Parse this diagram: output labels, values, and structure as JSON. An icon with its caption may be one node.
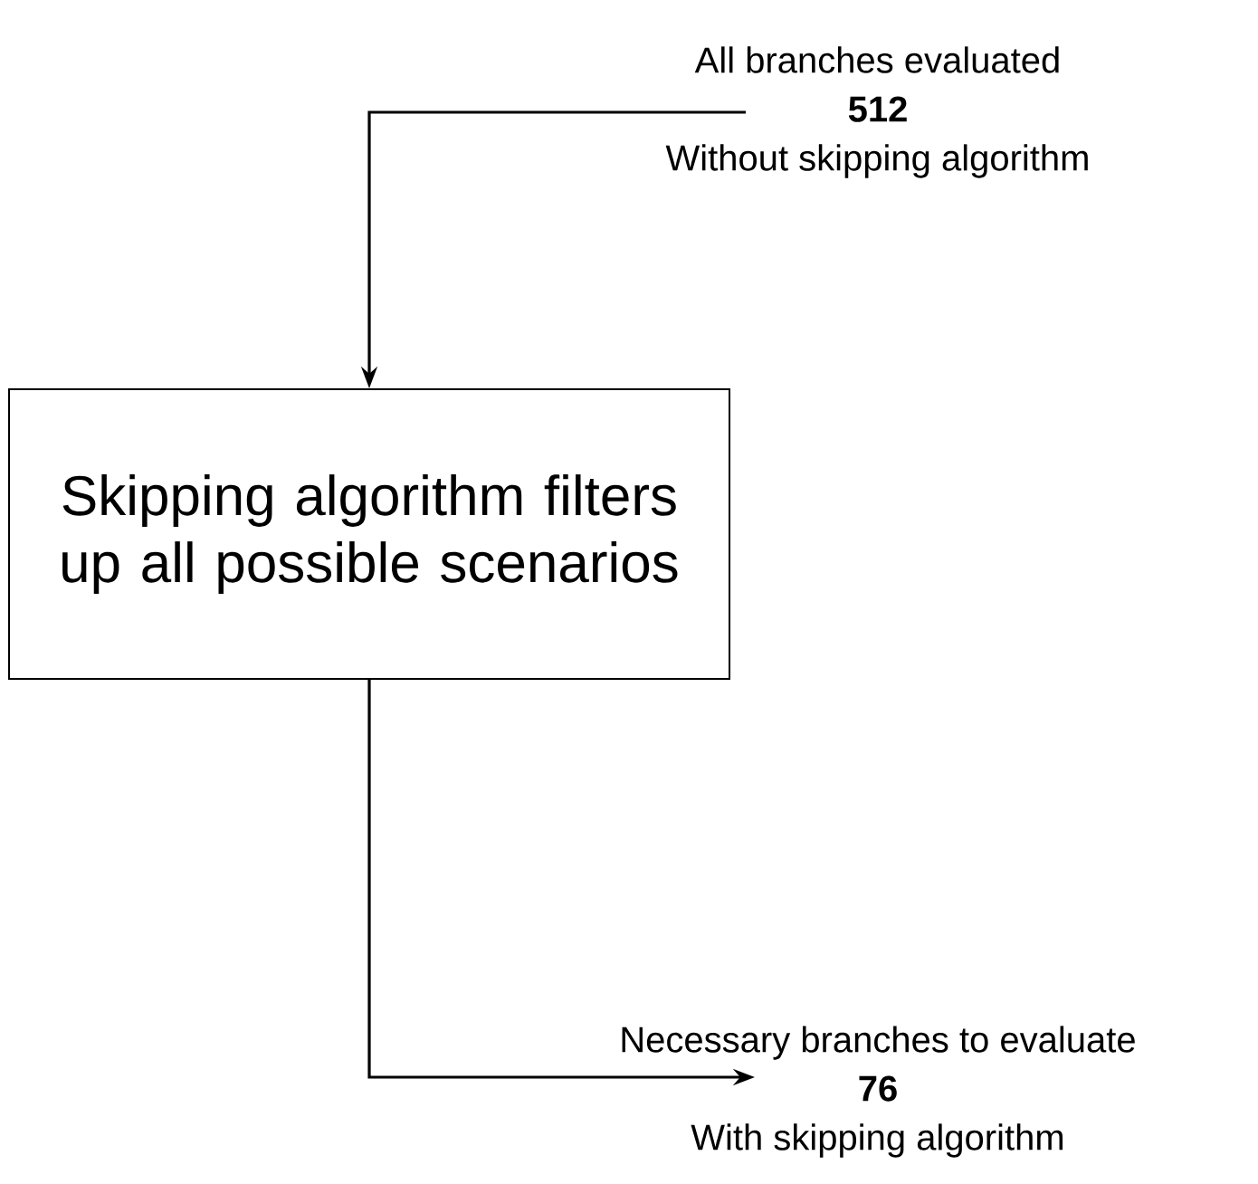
{
  "diagram": {
    "nodes": [
      {
        "text": [
          "All branches evaluated",
          "512",
          "Without skipping algorithm"
        ]
      },
      {
        "text": [
          "Skipping algorithm filters up all possible scenarios"
        ]
      },
      {
        "text": [
          "Necessary branches to evaluate",
          "76",
          "With skipping algorithm"
        ]
      }
    ],
    "edges": [
      {
        "from": 0,
        "to": 1,
        "arrow": "to"
      },
      {
        "from": 1,
        "to": 2,
        "arrow": "to"
      }
    ]
  }
}
